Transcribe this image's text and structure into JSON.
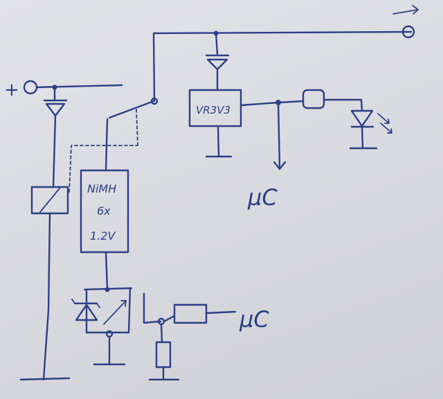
{
  "labels": {
    "plus": "+",
    "battery_line1": "NiMH",
    "battery_line2": "6x",
    "battery_line3": "1.2V",
    "regulator": "VR3V3",
    "mc_top": "μC",
    "mc_bottom": "μC"
  },
  "colors": {
    "ink": "#2a3f86",
    "paper": "#dcdde2"
  }
}
